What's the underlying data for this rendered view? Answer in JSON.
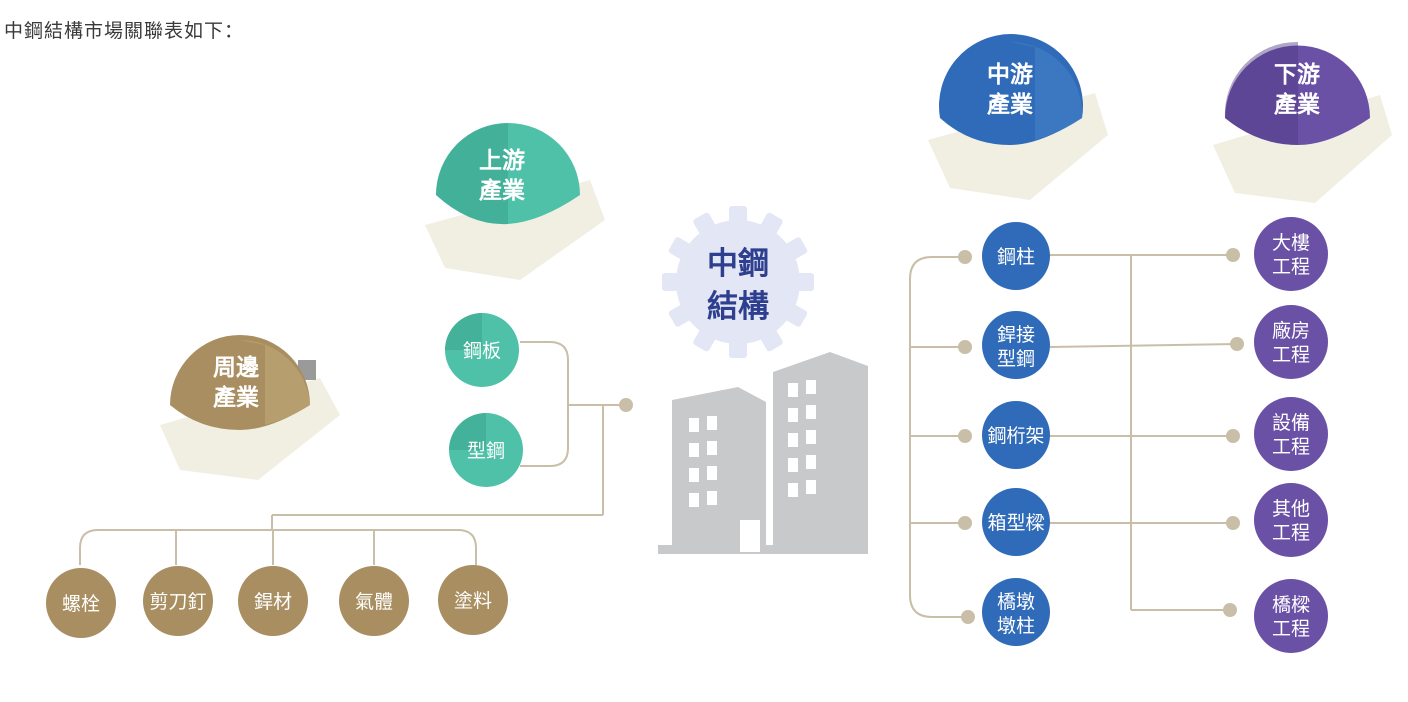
{
  "title": "中鋼結構市場關聯表如下：",
  "center": {
    "line1": "中鋼",
    "line2": "結構"
  },
  "colors": {
    "upstream": "#4ec1a8",
    "peripheral": "#a88e60",
    "midstream": "#2f6bb8",
    "downstream": "#6a51a6",
    "connector": "#c9bfa8",
    "banner": "#f1efe2",
    "gear": "#e3e6f4",
    "building": "#c8c9cb"
  },
  "categories": {
    "upstream": {
      "line1": "上游",
      "line2": "產業"
    },
    "peripheral": {
      "line1": "周邊",
      "line2": "產業"
    },
    "midstream": {
      "line1": "中游",
      "line2": "產業"
    },
    "downstream": {
      "line1": "下游",
      "line2": "產業"
    }
  },
  "upstream_items": [
    "鋼板",
    "型鋼"
  ],
  "peripheral_items": [
    "螺栓",
    "剪刀釘",
    "銲材",
    "氣體",
    "塗料"
  ],
  "midstream_items": [
    {
      "line1": "鋼柱",
      "line2": ""
    },
    {
      "line1": "銲接",
      "line2": "型鋼"
    },
    {
      "line1": "鋼桁架",
      "line2": ""
    },
    {
      "line1": "箱型樑",
      "line2": ""
    },
    {
      "line1": "橋墩",
      "line2": "墩柱"
    }
  ],
  "downstream_items": [
    {
      "line1": "大樓",
      "line2": "工程"
    },
    {
      "line1": "廠房",
      "line2": "工程"
    },
    {
      "line1": "設備",
      "line2": "工程"
    },
    {
      "line1": "其他",
      "line2": "工程"
    },
    {
      "line1": "橋樑",
      "line2": "工程"
    }
  ]
}
